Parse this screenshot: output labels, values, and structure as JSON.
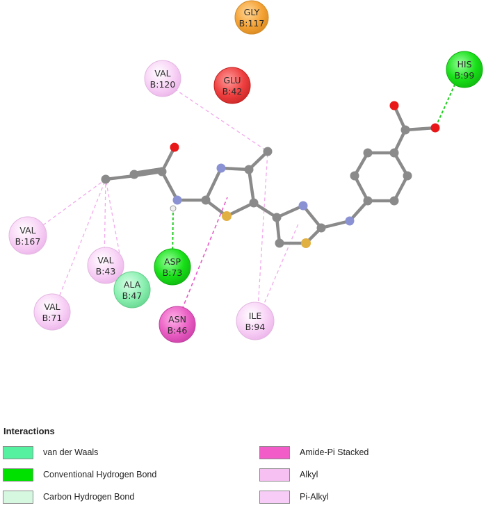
{
  "residues": [
    {
      "name": "GLY",
      "chain_pos": "B:117",
      "type": "unfavorable-orange"
    },
    {
      "name": "VAL",
      "chain_pos": "B:120",
      "type": "alkyl"
    },
    {
      "name": "GLU",
      "chain_pos": "B:42",
      "type": "unfavorable-red"
    },
    {
      "name": "HIS",
      "chain_pos": "B:99",
      "type": "conventional-h-bond"
    },
    {
      "name": "VAL",
      "chain_pos": "B:167",
      "type": "alkyl"
    },
    {
      "name": "VAL",
      "chain_pos": "B:43",
      "type": "alkyl"
    },
    {
      "name": "ALA",
      "chain_pos": "B:47",
      "type": "van-der-waals"
    },
    {
      "name": "ASP",
      "chain_pos": "B:73",
      "type": "conventional-h-bond"
    },
    {
      "name": "VAL",
      "chain_pos": "B:71",
      "type": "alkyl"
    },
    {
      "name": "ASN",
      "chain_pos": "B:46",
      "type": "amide-pi-stacked"
    },
    {
      "name": "ILE",
      "chain_pos": "B:94",
      "type": "pi-alkyl"
    }
  ],
  "legend": {
    "title": "Interactions",
    "items": [
      {
        "label": "van der Waals",
        "color": "#55f0a0"
      },
      {
        "label": "Conventional Hydrogen Bond",
        "color": "#00e100"
      },
      {
        "label": "Carbon Hydrogen Bond",
        "color": "#d6f7e0"
      },
      {
        "label": "Amide-Pi Stacked",
        "color": "#f25cc8"
      },
      {
        "label": "Alkyl",
        "color": "#f7c0f2"
      },
      {
        "label": "Pi-Alkyl",
        "color": "#f7ccf7"
      }
    ]
  },
  "colors": {
    "carbon": "#8a8a8a",
    "nitrogen": "#8a92d4",
    "oxygen": "#e81818",
    "sulfur": "#e0b040",
    "hbond_line": "#22cc22",
    "alkyl_line": "#f2a8ec",
    "amide_pi_line": "#e858c8"
  }
}
